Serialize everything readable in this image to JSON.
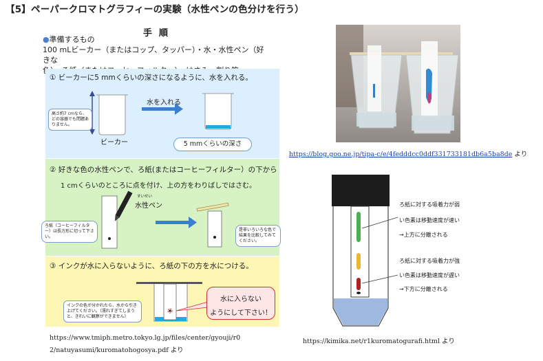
{
  "title": "【5】ペーパークロマトグラフィーの実験（水性ペンの色分けを行う）",
  "tejun": "手順",
  "prep": {
    "bullet": "●",
    "heading": "準備するもの",
    "line1": "100 mLビーカー（またはコップ、タッパー）・水・水性ペン（好きな",
    "line2": "色）・ろ紙（またはコーヒーフィルター）・はさみ・割り箸"
  },
  "step1": {
    "text": "① ビーカーに5 mmくらいの深さになるように、水を入れる。",
    "note": "高さ約7 cmなら、どの容器でも問題ありません。",
    "beaker_label": "ビーカー",
    "arrow_label": "水を入れる",
    "depth_label": "5 mmくらいの深さ"
  },
  "step2": {
    "text1": "② 好きな色の水性ペンで、ろ紙(またはコーヒーフィルター）の下から",
    "text2": "1 cmくらいのところに点を付け、上の方をわりばしではさむ。",
    "ruby": "すいせい",
    "pen_label": "水性ペン",
    "note_left": "ろ紙（コーヒーフィルター）は長方形に切って下さい。",
    "note_right": "是非いろいろな色で結果を比較してみてください。"
  },
  "step3": {
    "text": "③ インクが水に入らないように、ろ紙の下の方を水につける。",
    "note": "インクの色が分かれたら、水から引き上げてください。（濡れすぎてしまうと、きれいに観察ができません）",
    "warn1": "水に入らない",
    "warn2": "ようにして下さい！"
  },
  "source_left1": "https://www.tmiph.metro.tokyo.lg.jp/files/center/gyouji/r0",
  "source_left2": "2/natuyasumi/kuromatohogosya.pdf より",
  "photo_url": "https://blog.goo.ne.jp/tipa-c/e/4fedddcc0ddf331733181db6a5ba8de",
  "photo_suffix": " より",
  "diagram": {
    "upper1": "ろ紙に対する吸着力が弱",
    "upper2": "い色素は移動速度が速い",
    "upper3": "→上方に分離される",
    "lower1": "ろ紙に対する吸着力が強",
    "lower2": "い色素は移動速度が遅い",
    "lower3": "→下方に分離される"
  },
  "source_right": "https://kimika.net/r1kuromatogurafi.html より",
  "colors": {
    "panel1": "#dcefff",
    "panel2": "#d7f3c3",
    "panel3": "#fdf6b4",
    "water": "#29a7e1",
    "green": "#4caf50",
    "yellow": "#e8b830",
    "red": "#b22020",
    "solvent": "#9fb8e0"
  }
}
